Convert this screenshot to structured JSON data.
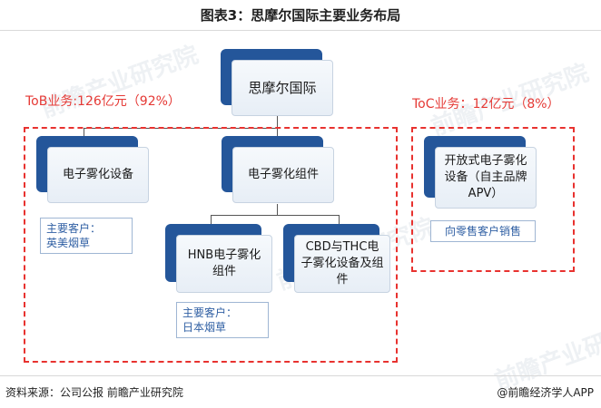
{
  "title": "图表3：思摩尔国际主要业务布局",
  "source": "资料来源：公司公报 前瞻产业研究院",
  "brand": "@前瞻经济学人APP",
  "watermark": "前瞻产业研究院",
  "colors": {
    "accent_red": "#e8322f",
    "node_dark": "#24569a",
    "note_text": "#2f5fa3"
  },
  "diagram": {
    "root": "思摩尔国际",
    "tob": {
      "label": "ToB业务:126亿元（92%）",
      "nodes": {
        "device": "电子雾化设备",
        "components": "电子雾化组件",
        "hnb": "HNB电子雾化组件",
        "cbd": "CBD与THC电子雾化设备及组件"
      },
      "notes": {
        "device_customer": [
          "主要客户：",
          "英美烟草"
        ],
        "hnb_customer": [
          "主要客户：",
          "日本烟草"
        ]
      }
    },
    "toc": {
      "label": "ToC业务：12亿元（8%）",
      "node": "开放式电子雾化设备（自主品牌APV）",
      "note": "向零售客户销售"
    }
  }
}
